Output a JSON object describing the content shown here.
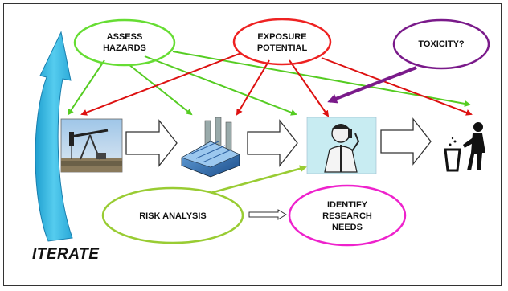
{
  "diagram": {
    "nodes": {
      "assess_hazards": {
        "line1": "ASSESS",
        "line2": "HAZARDS",
        "color": "#66dd33"
      },
      "exposure_potential": {
        "line1": "EXPOSURE",
        "line2": "POTENTIAL",
        "color": "#ee2222"
      },
      "toxicity": {
        "label": "TOXICITY?",
        "color": "#7a1a8a"
      },
      "risk_analysis": {
        "label": "RISK ANALYSIS",
        "color": "#99cc33"
      },
      "identify_research_needs": {
        "line1": "IDENTIFY",
        "line2": "RESEARCH",
        "line3": "NEEDS",
        "color": "#ee22cc"
      }
    },
    "stages": [
      {
        "name": "oil-well",
        "icon": "oil-pumpjack-icon"
      },
      {
        "name": "factory",
        "icon": "factory-icon"
      },
      {
        "name": "person",
        "icon": "person-on-phone-icon"
      },
      {
        "name": "disposal",
        "icon": "trash-disposal-icon"
      }
    ],
    "iterate_label": "ITERATE",
    "colors": {
      "green": "#66dd33",
      "red": "#ee2222",
      "purple": "#7a1a8a",
      "iterate_arrow": "#33bbe0"
    }
  }
}
